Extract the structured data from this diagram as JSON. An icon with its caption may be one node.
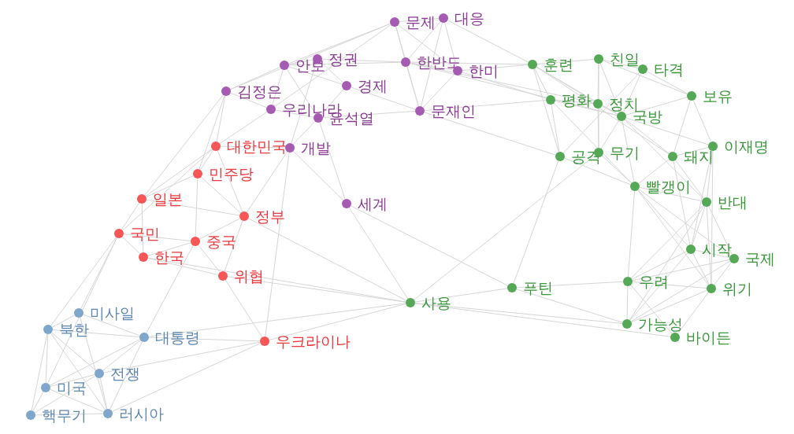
{
  "diagram": {
    "nodes": [
      {
        "text": [
          "문제"
        ]
      },
      {
        "text": [
          "대응"
        ]
      },
      {
        "text": [
          "안보"
        ]
      },
      {
        "text": [
          "정권"
        ]
      },
      {
        "text": [
          "한반도"
        ]
      },
      {
        "text": [
          "한미"
        ]
      },
      {
        "text": [
          "김정은"
        ]
      },
      {
        "text": [
          "경제"
        ]
      },
      {
        "text": [
          "우리나라"
        ]
      },
      {
        "text": [
          "윤석열"
        ]
      },
      {
        "text": [
          "문재인"
        ]
      },
      {
        "text": [
          "개발"
        ]
      },
      {
        "text": [
          "세계"
        ]
      },
      {
        "text": [
          "대한민국"
        ]
      },
      {
        "text": [
          "민주당"
        ]
      },
      {
        "text": [
          "일본"
        ]
      },
      {
        "text": [
          "정부"
        ]
      },
      {
        "text": [
          "국민"
        ]
      },
      {
        "text": [
          "중국"
        ]
      },
      {
        "text": [
          "한국"
        ]
      },
      {
        "text": [
          "위협"
        ]
      },
      {
        "text": [
          "우크라이나"
        ]
      },
      {
        "text": [
          "미사일"
        ]
      },
      {
        "text": [
          "북한"
        ]
      },
      {
        "text": [
          "대통령"
        ]
      },
      {
        "text": [
          "전쟁"
        ]
      },
      {
        "text": [
          "미국"
        ]
      },
      {
        "text": [
          "핵무기"
        ]
      },
      {
        "text": [
          "러시아"
        ]
      },
      {
        "text": [
          "훈련"
        ]
      },
      {
        "text": [
          "친일"
        ]
      },
      {
        "text": [
          "타격"
        ]
      },
      {
        "text": [
          "보유"
        ]
      },
      {
        "text": [
          "평화"
        ]
      },
      {
        "text": [
          "정치"
        ]
      },
      {
        "text": [
          "국방"
        ]
      },
      {
        "text": [
          "이재명"
        ]
      },
      {
        "text": [
          "공격"
        ]
      },
      {
        "text": [
          "무기"
        ]
      },
      {
        "text": [
          "돼지"
        ]
      },
      {
        "text": [
          "빨갱이"
        ]
      },
      {
        "text": [
          "반대"
        ]
      },
      {
        "text": [
          "시작"
        ]
      },
      {
        "text": [
          "국제"
        ]
      },
      {
        "text": [
          "우려"
        ]
      },
      {
        "text": [
          "위기"
        ]
      },
      {
        "text": [
          "푸틴"
        ]
      },
      {
        "text": [
          "사용"
        ]
      },
      {
        "text": [
          "가능성"
        ]
      },
      {
        "text": [
          "바이든"
        ]
      }
    ],
    "edges": [
      {
        "from": 0,
        "to": 1,
        "arrow": "none"
      },
      {
        "from": 0,
        "to": 2,
        "arrow": "none"
      },
      {
        "from": 0,
        "to": 4,
        "arrow": "none"
      },
      {
        "from": 0,
        "to": 6,
        "arrow": "none"
      },
      {
        "from": 0,
        "to": 10,
        "arrow": "none"
      },
      {
        "from": 0,
        "to": 5,
        "arrow": "none"
      },
      {
        "from": 0,
        "to": 8,
        "arrow": "none"
      },
      {
        "from": 1,
        "to": 4,
        "arrow": "none"
      },
      {
        "from": 1,
        "to": 5,
        "arrow": "none"
      },
      {
        "from": 1,
        "to": 10,
        "arrow": "none"
      },
      {
        "from": 1,
        "to": 29,
        "arrow": "none"
      },
      {
        "from": 2,
        "to": 3,
        "arrow": "none"
      },
      {
        "from": 2,
        "to": 6,
        "arrow": "none"
      },
      {
        "from": 2,
        "to": 7,
        "arrow": "none"
      },
      {
        "from": 2,
        "to": 8,
        "arrow": "none"
      },
      {
        "from": 2,
        "to": 9,
        "arrow": "none"
      },
      {
        "from": 2,
        "to": 4,
        "arrow": "none"
      },
      {
        "from": 3,
        "to": 4,
        "arrow": "none"
      },
      {
        "from": 3,
        "to": 7,
        "arrow": "none"
      },
      {
        "from": 3,
        "to": 11,
        "arrow": "none"
      },
      {
        "from": 4,
        "to": 5,
        "arrow": "none"
      },
      {
        "from": 4,
        "to": 10,
        "arrow": "none"
      },
      {
        "from": 4,
        "to": 29,
        "arrow": "none"
      },
      {
        "from": 4,
        "to": 34,
        "arrow": "none"
      },
      {
        "from": 4,
        "to": 35,
        "arrow": "none"
      },
      {
        "from": 5,
        "to": 10,
        "arrow": "none"
      },
      {
        "from": 5,
        "to": 33,
        "arrow": "none"
      },
      {
        "from": 5,
        "to": 29,
        "arrow": "none"
      },
      {
        "from": 6,
        "to": 8,
        "arrow": "none"
      },
      {
        "from": 6,
        "to": 13,
        "arrow": "none"
      },
      {
        "from": 6,
        "to": 14,
        "arrow": "none"
      },
      {
        "from": 6,
        "to": 15,
        "arrow": "none"
      },
      {
        "from": 7,
        "to": 9,
        "arrow": "none"
      },
      {
        "from": 7,
        "to": 10,
        "arrow": "none"
      },
      {
        "from": 8,
        "to": 9,
        "arrow": "none"
      },
      {
        "from": 8,
        "to": 13,
        "arrow": "none"
      },
      {
        "from": 9,
        "to": 10,
        "arrow": "none"
      },
      {
        "from": 9,
        "to": 11,
        "arrow": "none"
      },
      {
        "from": 9,
        "to": 12,
        "arrow": "none"
      },
      {
        "from": 10,
        "to": 33,
        "arrow": "none"
      },
      {
        "from": 10,
        "to": 37,
        "arrow": "none"
      },
      {
        "from": 11,
        "to": 12,
        "arrow": "none"
      },
      {
        "from": 11,
        "to": 13,
        "arrow": "none"
      },
      {
        "from": 11,
        "to": 16,
        "arrow": "none"
      },
      {
        "from": 11,
        "to": 21,
        "arrow": "none"
      },
      {
        "from": 12,
        "to": 47,
        "arrow": "none"
      },
      {
        "from": 12,
        "to": 46,
        "arrow": "none"
      },
      {
        "from": 13,
        "to": 14,
        "arrow": "none"
      },
      {
        "from": 13,
        "to": 15,
        "arrow": "none"
      },
      {
        "from": 13,
        "to": 16,
        "arrow": "none"
      },
      {
        "from": 13,
        "to": 17,
        "arrow": "none"
      },
      {
        "from": 14,
        "to": 15,
        "arrow": "none"
      },
      {
        "from": 14,
        "to": 16,
        "arrow": "none"
      },
      {
        "from": 14,
        "to": 18,
        "arrow": "none"
      },
      {
        "from": 15,
        "to": 17,
        "arrow": "none"
      },
      {
        "from": 15,
        "to": 19,
        "arrow": "none"
      },
      {
        "from": 15,
        "to": 16,
        "arrow": "none"
      },
      {
        "from": 16,
        "to": 18,
        "arrow": "none"
      },
      {
        "from": 16,
        "to": 20,
        "arrow": "none"
      },
      {
        "from": 16,
        "to": 47,
        "arrow": "none"
      },
      {
        "from": 17,
        "to": 18,
        "arrow": "none"
      },
      {
        "from": 17,
        "to": 19,
        "arrow": "none"
      },
      {
        "from": 17,
        "to": 22,
        "arrow": "none"
      },
      {
        "from": 17,
        "to": 23,
        "arrow": "none"
      },
      {
        "from": 17,
        "to": 26,
        "arrow": "none"
      },
      {
        "from": 18,
        "to": 19,
        "arrow": "none"
      },
      {
        "from": 18,
        "to": 20,
        "arrow": "none"
      },
      {
        "from": 18,
        "to": 24,
        "arrow": "none"
      },
      {
        "from": 19,
        "to": 20,
        "arrow": "none"
      },
      {
        "from": 19,
        "to": 47,
        "arrow": "none"
      },
      {
        "from": 20,
        "to": 21,
        "arrow": "none"
      },
      {
        "from": 20,
        "to": 47,
        "arrow": "none"
      },
      {
        "from": 21,
        "to": 24,
        "arrow": "none"
      },
      {
        "from": 21,
        "to": 25,
        "arrow": "none"
      },
      {
        "from": 21,
        "to": 28,
        "arrow": "none"
      },
      {
        "from": 21,
        "to": 47,
        "arrow": "none"
      },
      {
        "from": 22,
        "to": 23,
        "arrow": "none"
      },
      {
        "from": 22,
        "to": 24,
        "arrow": "none"
      },
      {
        "from": 22,
        "to": 28,
        "arrow": "none"
      },
      {
        "from": 23,
        "to": 24,
        "arrow": "none"
      },
      {
        "from": 23,
        "to": 25,
        "arrow": "none"
      },
      {
        "from": 23,
        "to": 26,
        "arrow": "none"
      },
      {
        "from": 23,
        "to": 27,
        "arrow": "none"
      },
      {
        "from": 23,
        "to": 28,
        "arrow": "none"
      },
      {
        "from": 24,
        "to": 25,
        "arrow": "none"
      },
      {
        "from": 24,
        "to": 26,
        "arrow": "none"
      },
      {
        "from": 24,
        "to": 28,
        "arrow": "none"
      },
      {
        "from": 24,
        "to": 47,
        "arrow": "none"
      },
      {
        "from": 25,
        "to": 26,
        "arrow": "none"
      },
      {
        "from": 25,
        "to": 27,
        "arrow": "none"
      },
      {
        "from": 25,
        "to": 28,
        "arrow": "none"
      },
      {
        "from": 26,
        "to": 27,
        "arrow": "none"
      },
      {
        "from": 26,
        "to": 28,
        "arrow": "none"
      },
      {
        "from": 27,
        "to": 28,
        "arrow": "none"
      },
      {
        "from": 29,
        "to": 30,
        "arrow": "none"
      },
      {
        "from": 29,
        "to": 33,
        "arrow": "none"
      },
      {
        "from": 29,
        "to": 34,
        "arrow": "none"
      },
      {
        "from": 29,
        "to": 35,
        "arrow": "none"
      },
      {
        "from": 29,
        "to": 39,
        "arrow": "none"
      },
      {
        "from": 29,
        "to": 37,
        "arrow": "none"
      },
      {
        "from": 30,
        "to": 31,
        "arrow": "none"
      },
      {
        "from": 30,
        "to": 34,
        "arrow": "none"
      },
      {
        "from": 30,
        "to": 35,
        "arrow": "none"
      },
      {
        "from": 30,
        "to": 38,
        "arrow": "none"
      },
      {
        "from": 30,
        "to": 32,
        "arrow": "none"
      },
      {
        "from": 31,
        "to": 35,
        "arrow": "none"
      },
      {
        "from": 31,
        "to": 32,
        "arrow": "none"
      },
      {
        "from": 31,
        "to": 37,
        "arrow": "none"
      },
      {
        "from": 32,
        "to": 35,
        "arrow": "none"
      },
      {
        "from": 32,
        "to": 36,
        "arrow": "none"
      },
      {
        "from": 32,
        "to": 39,
        "arrow": "none"
      },
      {
        "from": 33,
        "to": 34,
        "arrow": "none"
      },
      {
        "from": 33,
        "to": 35,
        "arrow": "none"
      },
      {
        "from": 33,
        "to": 37,
        "arrow": "none"
      },
      {
        "from": 33,
        "to": 40,
        "arrow": "none"
      },
      {
        "from": 34,
        "to": 35,
        "arrow": "none"
      },
      {
        "from": 34,
        "to": 38,
        "arrow": "none"
      },
      {
        "from": 35,
        "to": 39,
        "arrow": "none"
      },
      {
        "from": 35,
        "to": 40,
        "arrow": "none"
      },
      {
        "from": 35,
        "to": 36,
        "arrow": "none"
      },
      {
        "from": 35,
        "to": 41,
        "arrow": "none"
      },
      {
        "from": 35,
        "to": 38,
        "arrow": "none"
      },
      {
        "from": 36,
        "to": 39,
        "arrow": "none"
      },
      {
        "from": 36,
        "to": 41,
        "arrow": "none"
      },
      {
        "from": 36,
        "to": 42,
        "arrow": "none"
      },
      {
        "from": 36,
        "to": 45,
        "arrow": "none"
      },
      {
        "from": 37,
        "to": 40,
        "arrow": "none"
      },
      {
        "from": 37,
        "to": 46,
        "arrow": "none"
      },
      {
        "from": 38,
        "to": 40,
        "arrow": "none"
      },
      {
        "from": 38,
        "to": 47,
        "arrow": "none"
      },
      {
        "from": 39,
        "to": 40,
        "arrow": "none"
      },
      {
        "from": 39,
        "to": 41,
        "arrow": "none"
      },
      {
        "from": 39,
        "to": 42,
        "arrow": "none"
      },
      {
        "from": 40,
        "to": 41,
        "arrow": "none"
      },
      {
        "from": 40,
        "to": 42,
        "arrow": "none"
      },
      {
        "from": 40,
        "to": 45,
        "arrow": "none"
      },
      {
        "from": 40,
        "to": 44,
        "arrow": "none"
      },
      {
        "from": 40,
        "to": 43,
        "arrow": "none"
      },
      {
        "from": 41,
        "to": 42,
        "arrow": "none"
      },
      {
        "from": 41,
        "to": 43,
        "arrow": "none"
      },
      {
        "from": 41,
        "to": 44,
        "arrow": "none"
      },
      {
        "from": 41,
        "to": 45,
        "arrow": "none"
      },
      {
        "from": 41,
        "to": 48,
        "arrow": "none"
      },
      {
        "from": 42,
        "to": 43,
        "arrow": "none"
      },
      {
        "from": 42,
        "to": 44,
        "arrow": "none"
      },
      {
        "from": 42,
        "to": 45,
        "arrow": "none"
      },
      {
        "from": 42,
        "to": 48,
        "arrow": "none"
      },
      {
        "from": 43,
        "to": 44,
        "arrow": "none"
      },
      {
        "from": 43,
        "to": 45,
        "arrow": "none"
      },
      {
        "from": 43,
        "to": 48,
        "arrow": "none"
      },
      {
        "from": 44,
        "to": 45,
        "arrow": "none"
      },
      {
        "from": 44,
        "to": 46,
        "arrow": "none"
      },
      {
        "from": 44,
        "to": 48,
        "arrow": "none"
      },
      {
        "from": 44,
        "to": 49,
        "arrow": "none"
      },
      {
        "from": 45,
        "to": 48,
        "arrow": "none"
      },
      {
        "from": 45,
        "to": 49,
        "arrow": "none"
      },
      {
        "from": 46,
        "to": 47,
        "arrow": "none"
      },
      {
        "from": 46,
        "to": 48,
        "arrow": "none"
      },
      {
        "from": 47,
        "to": 48,
        "arrow": "none"
      },
      {
        "from": 47,
        "to": 49,
        "arrow": "none"
      }
    ]
  }
}
